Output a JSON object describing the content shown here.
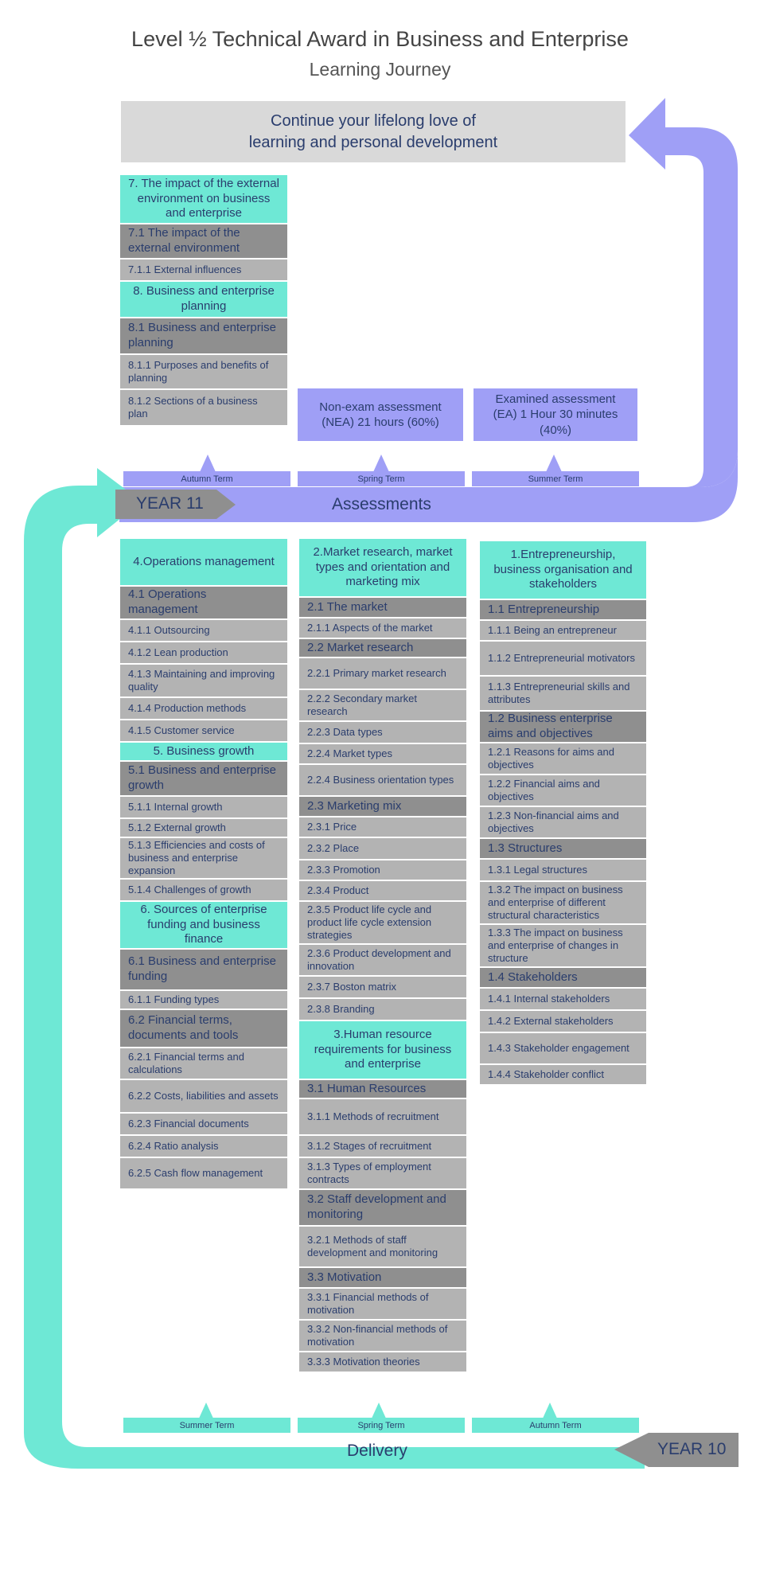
{
  "title": "Level ½ Technical Award in Business and Enterprise",
  "subtitle": "Learning Journey",
  "lifelong": [
    "Continue your lifelong love of",
    "learning and personal development"
  ],
  "colors": {
    "teal": "#6ee8d5",
    "purple": "#9f9ff6",
    "dark_grey": "#8f8f8f",
    "light_grey": "#b3b3b3",
    "text": "#2a3d6d"
  },
  "year11": {
    "label": "YEAR 11",
    "band_label": "Assessments",
    "terms": [
      "Autumn Term",
      "Spring Term",
      "Summer Term"
    ]
  },
  "year10": {
    "label": "YEAR 10",
    "band_label": "Delivery",
    "terms": [
      "Summer Term",
      "Spring Term",
      "Autumn Term"
    ]
  },
  "assessments": {
    "nea": [
      "Non-exam assessment",
      "(NEA) 21 hours (60%)"
    ],
    "ea": [
      "Examined assessment",
      "(EA) 1 Hour 30 minutes",
      "(40%)"
    ]
  },
  "y11_col": [
    {
      "t": "h",
      "text": "7. The impact of the external environment on business and enterprise"
    },
    {
      "t": "s",
      "text": "7.1 The impact of the external environment"
    },
    {
      "t": "i",
      "text": "7.1.1 External influences"
    },
    {
      "t": "h",
      "text": "8. Business and enterprise planning"
    },
    {
      "t": "s",
      "text": "8.1 Business and enterprise planning"
    },
    {
      "t": "i",
      "text": "8.1.1 Purposes and benefits of planning"
    },
    {
      "t": "i",
      "text": "8.1.2 Sections of a business plan"
    }
  ],
  "col_left": [
    {
      "t": "h",
      "text": "4.Operations management"
    },
    {
      "t": "s",
      "text": "4.1 Operations management"
    },
    {
      "t": "i",
      "text": "4.1.1 Outsourcing"
    },
    {
      "t": "i",
      "text": "4.1.2 Lean production"
    },
    {
      "t": "i",
      "text": "4.1.3 Maintaining and improving quality"
    },
    {
      "t": "i",
      "text": "4.1.4 Production methods"
    },
    {
      "t": "i",
      "text": "4.1.5 Customer service"
    },
    {
      "t": "h",
      "text": "5. Business growth"
    },
    {
      "t": "s",
      "text": "5.1 Business and enterprise growth"
    },
    {
      "t": "i",
      "text": "5.1.1 Internal growth"
    },
    {
      "t": "i",
      "text": "5.1.2 External growth"
    },
    {
      "t": "i",
      "text": "5.1.3 Efficiencies and costs of business and enterprise expansion"
    },
    {
      "t": "i",
      "text": "5.1.4 Challenges of growth"
    },
    {
      "t": "h",
      "text": "6. Sources of enterprise funding and business finance"
    },
    {
      "t": "s",
      "text": "6.1 Business and enterprise funding"
    },
    {
      "t": "i",
      "text": "6.1.1 Funding types"
    },
    {
      "t": "s",
      "text": "6.2 Financial terms, documents and tools"
    },
    {
      "t": "i",
      "text": "6.2.1 Financial terms and calculations"
    },
    {
      "t": "i",
      "text": "6.2.2 Costs, liabilities and assets"
    },
    {
      "t": "i",
      "text": "6.2.3 Financial documents"
    },
    {
      "t": "i",
      "text": "6.2.4 Ratio analysis"
    },
    {
      "t": "i",
      "text": "6.2.5 Cash flow management"
    }
  ],
  "col_mid": [
    {
      "t": "h",
      "text": "2.Market research, market types and orientation and marketing mix"
    },
    {
      "t": "s",
      "text": "2.1 The market"
    },
    {
      "t": "i",
      "text": "2.1.1 Aspects of the market"
    },
    {
      "t": "s",
      "text": "2.2 Market research"
    },
    {
      "t": "i",
      "text": "2.2.1 Primary market research"
    },
    {
      "t": "i",
      "text": "2.2.2 Secondary market research"
    },
    {
      "t": "i",
      "text": "2.2.3 Data types"
    },
    {
      "t": "i",
      "text": "2.2.4 Market types"
    },
    {
      "t": "i",
      "text": "2.2.4 Business orientation types"
    },
    {
      "t": "s",
      "text": "2.3 Marketing mix"
    },
    {
      "t": "i",
      "text": "2.3.1 Price"
    },
    {
      "t": "i",
      "text": "2.3.2 Place"
    },
    {
      "t": "i",
      "text": "2.3.3 Promotion"
    },
    {
      "t": "i",
      "text": "2.3.4 Product"
    },
    {
      "t": "i",
      "text": "2.3.5 Product life cycle and product life cycle extension strategies"
    },
    {
      "t": "i",
      "text": "2.3.6 Product development and innovation"
    },
    {
      "t": "i",
      "text": "2.3.7 Boston matrix"
    },
    {
      "t": "i",
      "text": "2.3.8 Branding"
    },
    {
      "t": "h",
      "text": "3.Human resource requirements for business and enterprise"
    },
    {
      "t": "s",
      "text": "3.1 Human Resources"
    },
    {
      "t": "i",
      "text": "3.1.1 Methods of recruitment"
    },
    {
      "t": "i",
      "text": "3.1.2 Stages of recruitment"
    },
    {
      "t": "i",
      "text": "3.1.3 Types of employment contracts"
    },
    {
      "t": "s",
      "text": "3.2 Staff development and monitoring"
    },
    {
      "t": "i",
      "text": "3.2.1 Methods of staff development and monitoring"
    },
    {
      "t": "s",
      "text": "3.3 Motivation"
    },
    {
      "t": "i",
      "text": "3.3.1 Financial methods of motivation"
    },
    {
      "t": "i",
      "text": "3.3.2 Non-financial methods of motivation"
    },
    {
      "t": "i",
      "text": "3.3.3 Motivation theories"
    }
  ],
  "col_right": [
    {
      "t": "h",
      "text": "1.Entrepreneurship, business organisation and stakeholders"
    },
    {
      "t": "s",
      "text": "1.1 Entrepreneurship"
    },
    {
      "t": "i",
      "text": "1.1.1 Being an entrepreneur"
    },
    {
      "t": "i",
      "text": "1.1.2 Entrepreneurial motivators"
    },
    {
      "t": "i",
      "text": "1.1.3 Entrepreneurial skills and attributes"
    },
    {
      "t": "s",
      "text": "1.2 Business enterprise aims and objectives"
    },
    {
      "t": "i",
      "text": "1.2.1 Reasons for aims and objectives"
    },
    {
      "t": "i",
      "text": "1.2.2 Financial aims and objectives"
    },
    {
      "t": "i",
      "text": "1.2.3 Non-financial aims and objectives"
    },
    {
      "t": "s",
      "text": "1.3 Structures"
    },
    {
      "t": "i",
      "text": "1.3.1 Legal structures"
    },
    {
      "t": "i",
      "text": "1.3.2 The impact on business and enterprise of different structural characteristics"
    },
    {
      "t": "i",
      "text": "1.3.3 The impact on business and enterprise of changes in structure"
    },
    {
      "t": "s",
      "text": "1.4 Stakeholders"
    },
    {
      "t": "i",
      "text": "1.4.1 Internal stakeholders"
    },
    {
      "t": "i",
      "text": "1.4.2 External stakeholders"
    },
    {
      "t": "i",
      "text": "1.4.3 Stakeholder engagement"
    },
    {
      "t": "i",
      "text": "1.4.4 Stakeholder conflict"
    }
  ]
}
